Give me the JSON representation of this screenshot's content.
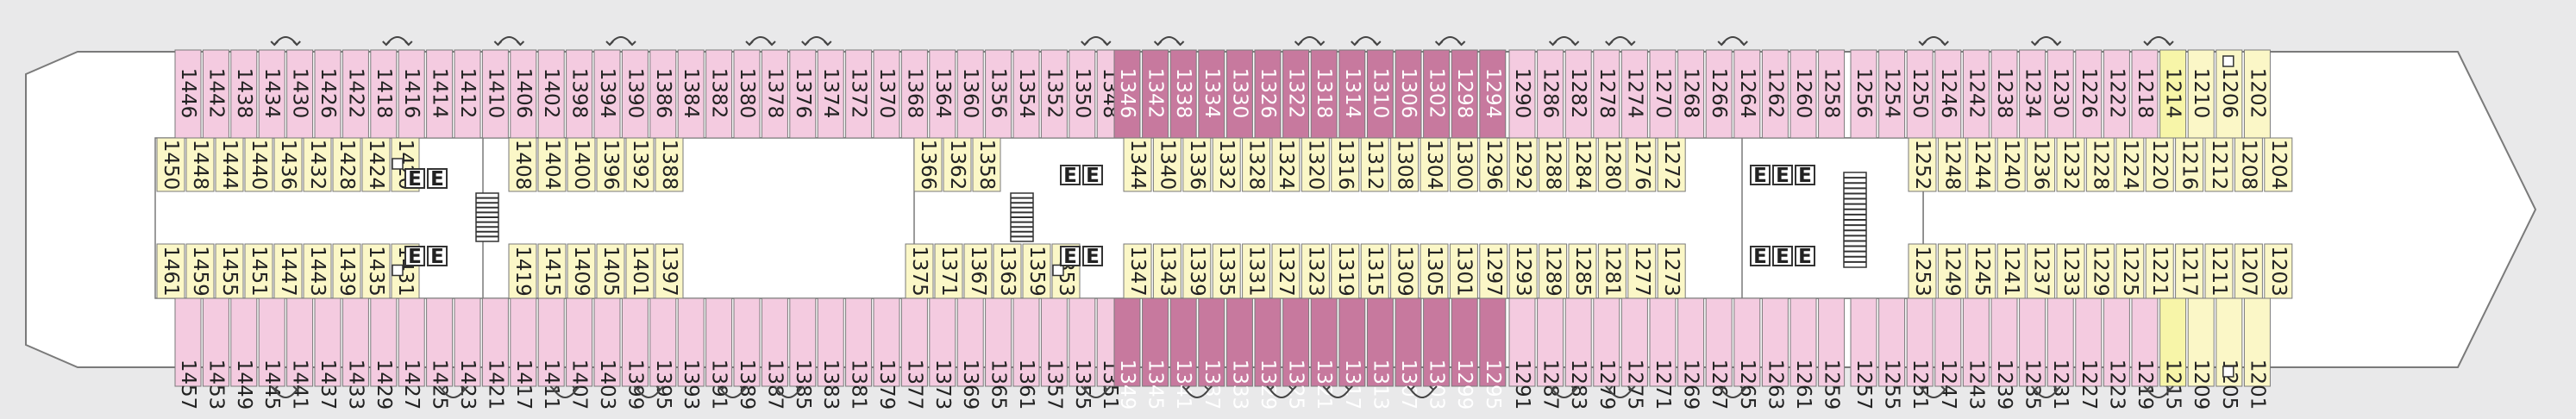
{
  "colors": {
    "background": "#e9e9ea",
    "deck": "#ffffff",
    "outline": "#7a7a7a",
    "outside_cabin": "#f4cbe0",
    "suite_cabin": "#c7799e",
    "inside_cabin": "#fbf7c7",
    "accessible_cabin": "#f7f5a8",
    "connecting_arrow": "#444444"
  },
  "icons": {
    "elevator": "elevator-icon",
    "stairs": "stairs-icon",
    "connecting": "connecting-cabins-arrow-icon",
    "accessible": "accessible-square-icon"
  },
  "cabins": {
    "top_outer": [
      {
        "n": "1446",
        "t": "o"
      },
      {
        "n": "1442",
        "t": "o"
      },
      {
        "n": "1438",
        "t": "o"
      },
      {
        "n": "1434",
        "t": "o"
      },
      {
        "n": "1430",
        "t": "o"
      },
      {
        "n": "1426",
        "t": "o"
      },
      {
        "n": "1422",
        "t": "o"
      },
      {
        "n": "1418",
        "t": "o"
      },
      {
        "n": "1416",
        "t": "o"
      },
      {
        "n": "1414",
        "t": "o"
      },
      {
        "n": "1412",
        "t": "o"
      },
      {
        "n": "1410",
        "t": "o"
      },
      {
        "n": "1406",
        "t": "o"
      },
      {
        "n": "1402",
        "t": "o"
      },
      {
        "n": "1398",
        "t": "o"
      },
      {
        "n": "1394",
        "t": "o"
      },
      {
        "n": "1390",
        "t": "o"
      },
      {
        "n": "1386",
        "t": "o"
      },
      {
        "n": "1384",
        "t": "o"
      },
      {
        "n": "1382",
        "t": "o"
      },
      {
        "n": "1380",
        "t": "o"
      },
      {
        "n": "1378",
        "t": "o"
      },
      {
        "n": "1376",
        "t": "o"
      },
      {
        "n": "1374",
        "t": "o"
      },
      {
        "n": "1372",
        "t": "o"
      },
      {
        "n": "1370",
        "t": "o"
      },
      {
        "n": "1368",
        "t": "o"
      },
      {
        "n": "1364",
        "t": "o"
      },
      {
        "n": "1360",
        "t": "o"
      },
      {
        "n": "1356",
        "t": "o"
      },
      {
        "n": "1354",
        "t": "o"
      },
      {
        "n": "1352",
        "t": "o"
      },
      {
        "n": "1350",
        "t": "o"
      },
      {
        "n": "1348",
        "t": "o"
      },
      {
        "n": "1346",
        "t": "s"
      },
      {
        "n": "1342",
        "t": "s"
      },
      {
        "n": "1338",
        "t": "s"
      },
      {
        "n": "1334",
        "t": "s"
      },
      {
        "n": "1330",
        "t": "s"
      },
      {
        "n": "1326",
        "t": "s"
      },
      {
        "n": "1322",
        "t": "s"
      },
      {
        "n": "1318",
        "t": "s"
      },
      {
        "n": "1314",
        "t": "s"
      },
      {
        "n": "1310",
        "t": "s"
      },
      {
        "n": "1306",
        "t": "s"
      },
      {
        "n": "1302",
        "t": "s"
      },
      {
        "n": "1298",
        "t": "s"
      },
      {
        "n": "1294",
        "t": "s"
      },
      {
        "n": "1290",
        "t": "o"
      },
      {
        "n": "1286",
        "t": "o"
      },
      {
        "n": "1282",
        "t": "o"
      },
      {
        "n": "1278",
        "t": "o"
      },
      {
        "n": "1274",
        "t": "o"
      },
      {
        "n": "1270",
        "t": "o"
      },
      {
        "n": "1268",
        "t": "o"
      },
      {
        "n": "1266",
        "t": "o"
      },
      {
        "n": "1264",
        "t": "o"
      },
      {
        "n": "1262",
        "t": "o"
      },
      {
        "n": "1260",
        "t": "o"
      },
      {
        "n": "1258",
        "t": "o"
      },
      {
        "n": "1256",
        "t": "o"
      },
      {
        "n": "1254",
        "t": "o"
      },
      {
        "n": "1250",
        "t": "o"
      },
      {
        "n": "1246",
        "t": "o"
      },
      {
        "n": "1242",
        "t": "o"
      },
      {
        "n": "1238",
        "t": "o"
      },
      {
        "n": "1234",
        "t": "o"
      },
      {
        "n": "1230",
        "t": "o"
      },
      {
        "n": "1226",
        "t": "o"
      },
      {
        "n": "1222",
        "t": "o"
      },
      {
        "n": "1218",
        "t": "o"
      },
      {
        "n": "1214",
        "t": "a"
      },
      {
        "n": "1210",
        "t": "i"
      },
      {
        "n": "1206",
        "t": "i",
        "acc": true
      },
      {
        "n": "1202",
        "t": "i"
      }
    ],
    "top_inner": [
      {
        "n": "1450"
      },
      {
        "n": "1448"
      },
      {
        "n": "1444"
      },
      {
        "n": "1440"
      },
      {
        "n": "1436"
      },
      {
        "n": "1432"
      },
      {
        "n": "1428"
      },
      {
        "n": "1424"
      },
      {
        "n": "1420",
        "acc": true
      },
      {
        "n": "1408"
      },
      {
        "n": "1404"
      },
      {
        "n": "1400"
      },
      {
        "n": "1396"
      },
      {
        "n": "1392"
      },
      {
        "n": "1388"
      },
      {
        "n": "1366"
      },
      {
        "n": "1362"
      },
      {
        "n": "1358"
      },
      {
        "n": "1344"
      },
      {
        "n": "1340"
      },
      {
        "n": "1336"
      },
      {
        "n": "1332"
      },
      {
        "n": "1328"
      },
      {
        "n": "1324"
      },
      {
        "n": "1320"
      },
      {
        "n": "1316"
      },
      {
        "n": "1312"
      },
      {
        "n": "1308"
      },
      {
        "n": "1304"
      },
      {
        "n": "1300"
      },
      {
        "n": "1296"
      },
      {
        "n": "1292"
      },
      {
        "n": "1288"
      },
      {
        "n": "1284"
      },
      {
        "n": "1280"
      },
      {
        "n": "1276"
      },
      {
        "n": "1272"
      },
      {
        "n": "1252"
      },
      {
        "n": "1248"
      },
      {
        "n": "1244"
      },
      {
        "n": "1240"
      },
      {
        "n": "1236"
      },
      {
        "n": "1232"
      },
      {
        "n": "1228"
      },
      {
        "n": "1224"
      },
      {
        "n": "1220"
      },
      {
        "n": "1216"
      },
      {
        "n": "1212"
      },
      {
        "n": "1208"
      },
      {
        "n": "1204"
      }
    ],
    "bottom_inner": [
      {
        "n": "1461"
      },
      {
        "n": "1459"
      },
      {
        "n": "1455"
      },
      {
        "n": "1451"
      },
      {
        "n": "1447"
      },
      {
        "n": "1443"
      },
      {
        "n": "1439"
      },
      {
        "n": "1435"
      },
      {
        "n": "1431",
        "acc": true
      },
      {
        "n": "1419"
      },
      {
        "n": "1415"
      },
      {
        "n": "1409"
      },
      {
        "n": "1405"
      },
      {
        "n": "1401"
      },
      {
        "n": "1397"
      },
      {
        "n": "1375"
      },
      {
        "n": "1371"
      },
      {
        "n": "1367"
      },
      {
        "n": "1363"
      },
      {
        "n": "1359"
      },
      {
        "n": "1353",
        "acc": true
      },
      {
        "n": "1347"
      },
      {
        "n": "1343"
      },
      {
        "n": "1339"
      },
      {
        "n": "1335"
      },
      {
        "n": "1331"
      },
      {
        "n": "1327"
      },
      {
        "n": "1323"
      },
      {
        "n": "1319"
      },
      {
        "n": "1315"
      },
      {
        "n": "1309"
      },
      {
        "n": "1305"
      },
      {
        "n": "1301"
      },
      {
        "n": "1297"
      },
      {
        "n": "1293"
      },
      {
        "n": "1289"
      },
      {
        "n": "1285"
      },
      {
        "n": "1281"
      },
      {
        "n": "1277"
      },
      {
        "n": "1273"
      },
      {
        "n": "1253"
      },
      {
        "n": "1249"
      },
      {
        "n": "1245"
      },
      {
        "n": "1241"
      },
      {
        "n": "1237"
      },
      {
        "n": "1233"
      },
      {
        "n": "1229"
      },
      {
        "n": "1225"
      },
      {
        "n": "1221"
      },
      {
        "n": "1217"
      },
      {
        "n": "1211"
      },
      {
        "n": "1207"
      },
      {
        "n": "1203"
      }
    ],
    "bottom_outer": [
      {
        "n": "1457",
        "t": "o"
      },
      {
        "n": "1453",
        "t": "o"
      },
      {
        "n": "1449",
        "t": "o"
      },
      {
        "n": "1445",
        "t": "o"
      },
      {
        "n": "1441",
        "t": "o"
      },
      {
        "n": "1437",
        "t": "o"
      },
      {
        "n": "1433",
        "t": "o"
      },
      {
        "n": "1429",
        "t": "o"
      },
      {
        "n": "1427",
        "t": "o"
      },
      {
        "n": "1425",
        "t": "o"
      },
      {
        "n": "1423",
        "t": "o"
      },
      {
        "n": "1421",
        "t": "o"
      },
      {
        "n": "1417",
        "t": "o"
      },
      {
        "n": "1411",
        "t": "o"
      },
      {
        "n": "1407",
        "t": "o"
      },
      {
        "n": "1403",
        "t": "o"
      },
      {
        "n": "1399",
        "t": "o"
      },
      {
        "n": "1395",
        "t": "o"
      },
      {
        "n": "1393",
        "t": "o"
      },
      {
        "n": "1391",
        "t": "o"
      },
      {
        "n": "1389",
        "t": "o"
      },
      {
        "n": "1387",
        "t": "o"
      },
      {
        "n": "1385",
        "t": "o"
      },
      {
        "n": "1383",
        "t": "o"
      },
      {
        "n": "1381",
        "t": "o"
      },
      {
        "n": "1379",
        "t": "o"
      },
      {
        "n": "1377",
        "t": "o"
      },
      {
        "n": "1373",
        "t": "o"
      },
      {
        "n": "1369",
        "t": "o"
      },
      {
        "n": "1365",
        "t": "o"
      },
      {
        "n": "1361",
        "t": "o"
      },
      {
        "n": "1357",
        "t": "o"
      },
      {
        "n": "1355",
        "t": "o"
      },
      {
        "n": "1351",
        "t": "o"
      },
      {
        "n": "1349",
        "t": "s"
      },
      {
        "n": "1345",
        "t": "s"
      },
      {
        "n": "1341",
        "t": "s"
      },
      {
        "n": "1337",
        "t": "s"
      },
      {
        "n": "1333",
        "t": "s"
      },
      {
        "n": "1329",
        "t": "s"
      },
      {
        "n": "1325",
        "t": "s"
      },
      {
        "n": "1321",
        "t": "s"
      },
      {
        "n": "1317",
        "t": "s"
      },
      {
        "n": "1313",
        "t": "s"
      },
      {
        "n": "1307",
        "t": "s"
      },
      {
        "n": "1303",
        "t": "s"
      },
      {
        "n": "1299",
        "t": "s"
      },
      {
        "n": "1295",
        "t": "s"
      },
      {
        "n": "1291",
        "t": "o"
      },
      {
        "n": "1287",
        "t": "o"
      },
      {
        "n": "1283",
        "t": "o"
      },
      {
        "n": "1279",
        "t": "o"
      },
      {
        "n": "1275",
        "t": "o"
      },
      {
        "n": "1271",
        "t": "o"
      },
      {
        "n": "1269",
        "t": "o"
      },
      {
        "n": "1267",
        "t": "o"
      },
      {
        "n": "1265",
        "t": "o"
      },
      {
        "n": "1263",
        "t": "o"
      },
      {
        "n": "1261",
        "t": "o"
      },
      {
        "n": "1259",
        "t": "o"
      },
      {
        "n": "1257",
        "t": "o"
      },
      {
        "n": "1255",
        "t": "o"
      },
      {
        "n": "1251",
        "t": "o"
      },
      {
        "n": "1247",
        "t": "o"
      },
      {
        "n": "1243",
        "t": "o"
      },
      {
        "n": "1239",
        "t": "o"
      },
      {
        "n": "1235",
        "t": "o"
      },
      {
        "n": "1231",
        "t": "o"
      },
      {
        "n": "1227",
        "t": "o"
      },
      {
        "n": "1223",
        "t": "o"
      },
      {
        "n": "1219",
        "t": "o"
      },
      {
        "n": "1215",
        "t": "a"
      },
      {
        "n": "1209",
        "t": "i"
      },
      {
        "n": "1205",
        "t": "i",
        "acc": true
      },
      {
        "n": "1201",
        "t": "i"
      }
    ]
  },
  "connecting_pairs": {
    "top": [
      "1434",
      "1418",
      "1410",
      "1394",
      "1380",
      "1376",
      "1350",
      "1342",
      "1322",
      "1314",
      "1302",
      "1286",
      "1278",
      "1266",
      "1250",
      "1234",
      "1218"
    ],
    "bottom": [
      "1445",
      "1425",
      "1411",
      "1399",
      "1391",
      "1387",
      "1355",
      "1341",
      "1329",
      "1321",
      "1307",
      "1287",
      "1279",
      "1267",
      "1251",
      "1235",
      "1219"
    ]
  },
  "elevator_label": "E"
}
